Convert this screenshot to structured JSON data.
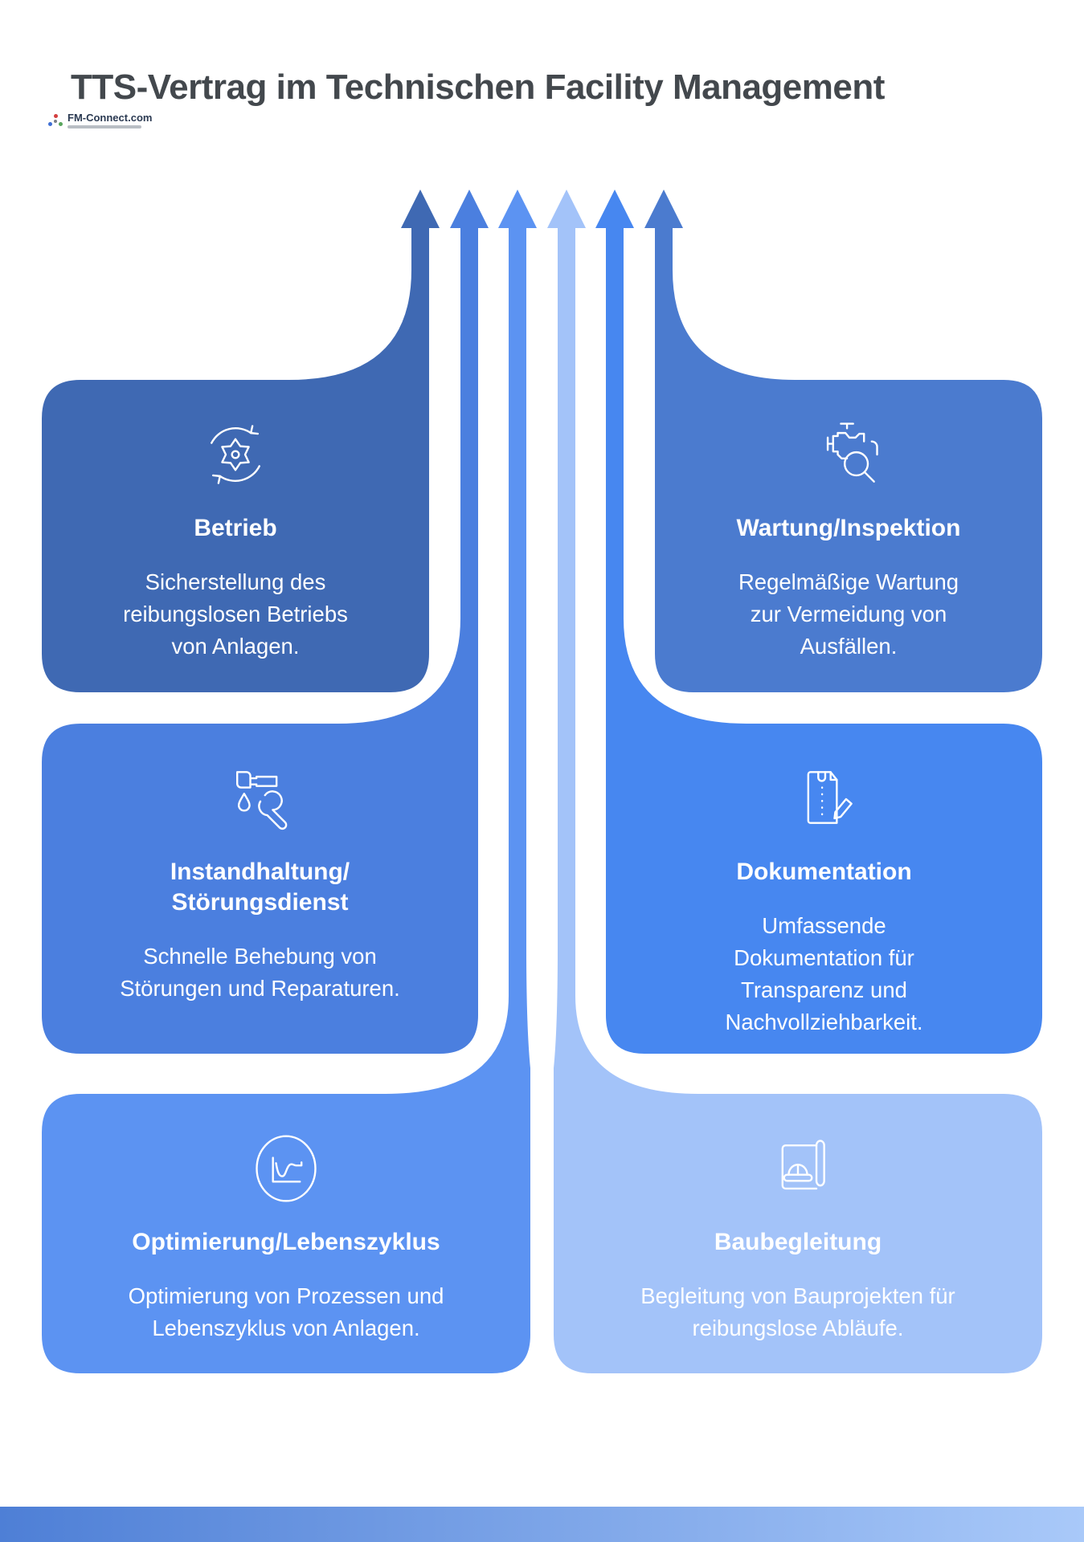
{
  "title": "TTS-Vertrag im Technischen Facility Management",
  "logo": {
    "name": "FM-Connect.com"
  },
  "cards": [
    {
      "id": "betrieb",
      "title": [
        "Betrieb"
      ],
      "body": [
        "Sicherstellung des",
        "reibungslosen Betriebs",
        "von Anlagen."
      ],
      "color": "#3F69B3",
      "icon": "gear-cycle-icon"
    },
    {
      "id": "wartung-inspektion",
      "title": [
        "Wartung/Inspektion"
      ],
      "body": [
        "Regelmäßige Wartung",
        "zur Vermeidung von",
        "Ausfällen."
      ],
      "color": "#4B7BCF",
      "icon": "engine-magnifier-icon"
    },
    {
      "id": "instandhaltung-stoerungsdienst",
      "title": [
        "Instandhaltung/",
        "Störungsdienst"
      ],
      "body": [
        "Schnelle Behebung von",
        "Störungen und Reparaturen."
      ],
      "color": "#4B7FDF",
      "icon": "faucet-wrench-icon"
    },
    {
      "id": "dokumentation",
      "title": [
        "Dokumentation"
      ],
      "body": [
        "Umfassende",
        "Dokumentation für",
        "Transparenz und",
        "Nachvollziehbarkeit."
      ],
      "color": "#4787F0",
      "icon": "document-pencil-icon"
    },
    {
      "id": "optimierung-lebenszyklus",
      "title": [
        "Optimierung/Lebenszyklus"
      ],
      "body": [
        "Optimierung von Prozessen und",
        "Lebenszyklus von Anlagen."
      ],
      "color": "#5C93F2",
      "icon": "chart-circle-icon"
    },
    {
      "id": "baubegleitung",
      "title": [
        "Baubegleitung"
      ],
      "body": [
        "Begleitung von Bauprojekten für",
        "reibungslose Abläufe."
      ],
      "color": "#A3C3F9",
      "icon": "blueprint-helmet-icon"
    }
  ],
  "footer": {
    "gradient_from": "#4E7FD6",
    "gradient_to": "#A9C9F9"
  }
}
